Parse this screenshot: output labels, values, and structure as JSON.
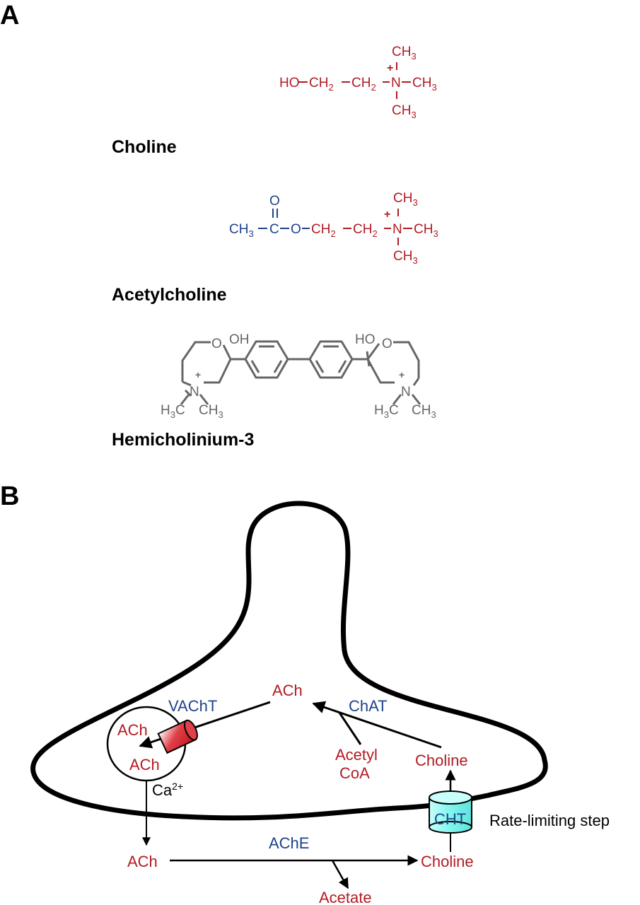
{
  "panels": {
    "a_label": "A",
    "b_label": "B"
  },
  "colors": {
    "choline_moiety": "#b11c24",
    "acetyl_moiety": "#1d4388",
    "hc3_structure": "#666666",
    "vacht_transporter": "#d9262e",
    "cht_transporter": "#7ff5ee",
    "membrane": "#000000"
  },
  "structures": {
    "choline": {
      "name": "Choline",
      "hydroxyl": "HO",
      "ch2_a": "CH",
      "ch2_b": "CH",
      "sub2": "2",
      "nitrogen": "N",
      "charge": "+",
      "methyl": "CH",
      "sub3": "3"
    },
    "acetylcholine": {
      "name": "Acetylcholine",
      "methyl_acetyl": "CH",
      "carbonyl_c": "C",
      "carbonyl_o": "O",
      "ester_o": "O",
      "ch2": "CH",
      "sub2": "2",
      "sub3": "3",
      "nitrogen": "N",
      "charge": "+",
      "methyl": "CH"
    },
    "hemicholinium": {
      "name": "Hemicholinium-3",
      "oh": "OH",
      "ho": "HO",
      "ring_o": "O",
      "nitrogen": "N",
      "charge": "+",
      "h3c": "H",
      "c": "C",
      "ch": "CH",
      "sub3": "3"
    }
  },
  "diagram": {
    "ach_cytosol": "ACh",
    "vacht": "VAChT",
    "chat": "ChAT",
    "ach_vesicle_top": "ACh",
    "ach_vesicle_bottom": "ACh",
    "acetyl_coa_line1": "Acetyl",
    "acetyl_coa_line2": "CoA",
    "choline_inside": "Choline",
    "calcium": "Ca",
    "calcium_charge": "2+",
    "cht": "CHT",
    "rate_limiting": "Rate-limiting step",
    "ach_cleft": "ACh",
    "ache": "AChE",
    "choline_cleft": "Choline",
    "acetate": "Acetate"
  }
}
